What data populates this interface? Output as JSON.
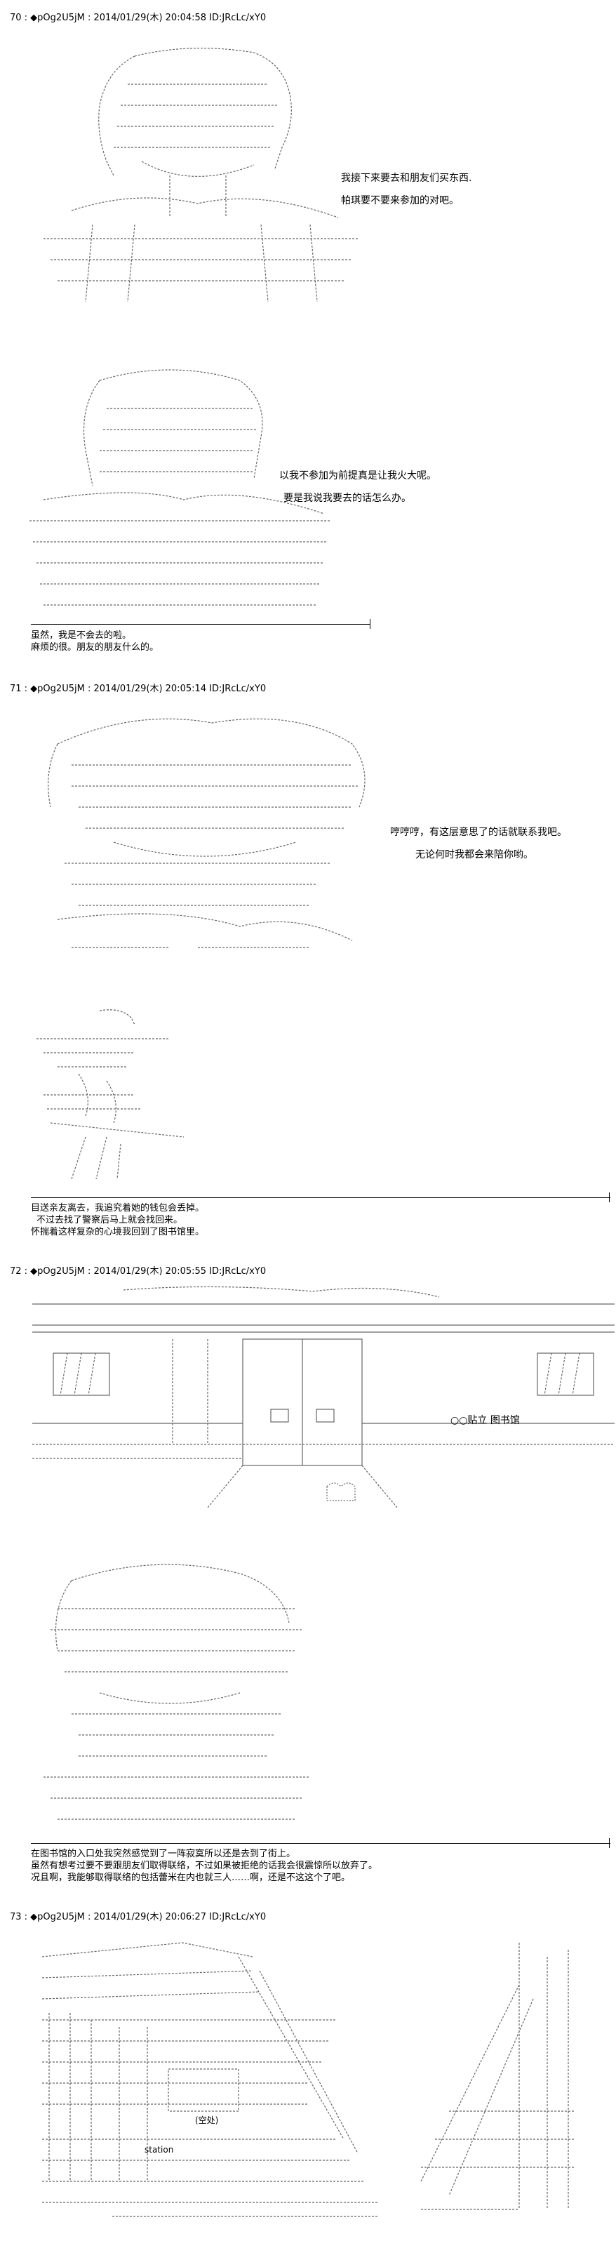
{
  "posts": [
    {
      "header": "70 : ◆pOg2U5jM : 2014/01/29(木) 20:04:58 ID:JRcLc/xY0",
      "speech": [
        "我接下来要去和朋友们买东西.",
        "帕琪要不要来参加的对吧。"
      ],
      "speech2": [
        "以我不参加为前提真是让我火大呢。",
        "要是我说我要去的话怎么办。"
      ],
      "narration": [
        "虽然，我是不会去的啦。",
        "麻烦的很。朋友的朋友什么的。"
      ]
    },
    {
      "header": "71 : ◆pOg2U5jM : 2014/01/29(木) 20:05:14 ID:JRcLc/xY0",
      "speech": [
        "哼哼哼，有这层意思了的话就联系我吧。",
        "无论何时我都会来陪你哟。"
      ],
      "narration": [
        "目送亲友离去，我追究着她的钱包会丢掉。",
        "不过去找了警察后马上就会找回来。",
        "怀揣着这样复杂的心境我回到了图书馆里。"
      ]
    },
    {
      "header": "72 : ◆pOg2U5jM : 2014/01/29(木) 20:05:55 ID:JRcLc/xY0",
      "sign": "○○贴立 图书馆",
      "narration": [
        "在图书馆的入口处我突然感觉到了一阵寂寞所以还是去到了街上。",
        "虽然有想考过要不要跟朋友们取得联络，不过如果被拒绝的话我会很震惊所以放弃了。",
        "况且啊，我能够取得联络的包括蕾米在内也就三人……啊，还是不这这个了吧。"
      ]
    },
    {
      "header": "73 : ◆pOg2U5jM : 2014/01/29(木) 20:06:27 ID:JRcLc/xY0",
      "labels": [
        "(空处)",
        "station"
      ]
    }
  ]
}
